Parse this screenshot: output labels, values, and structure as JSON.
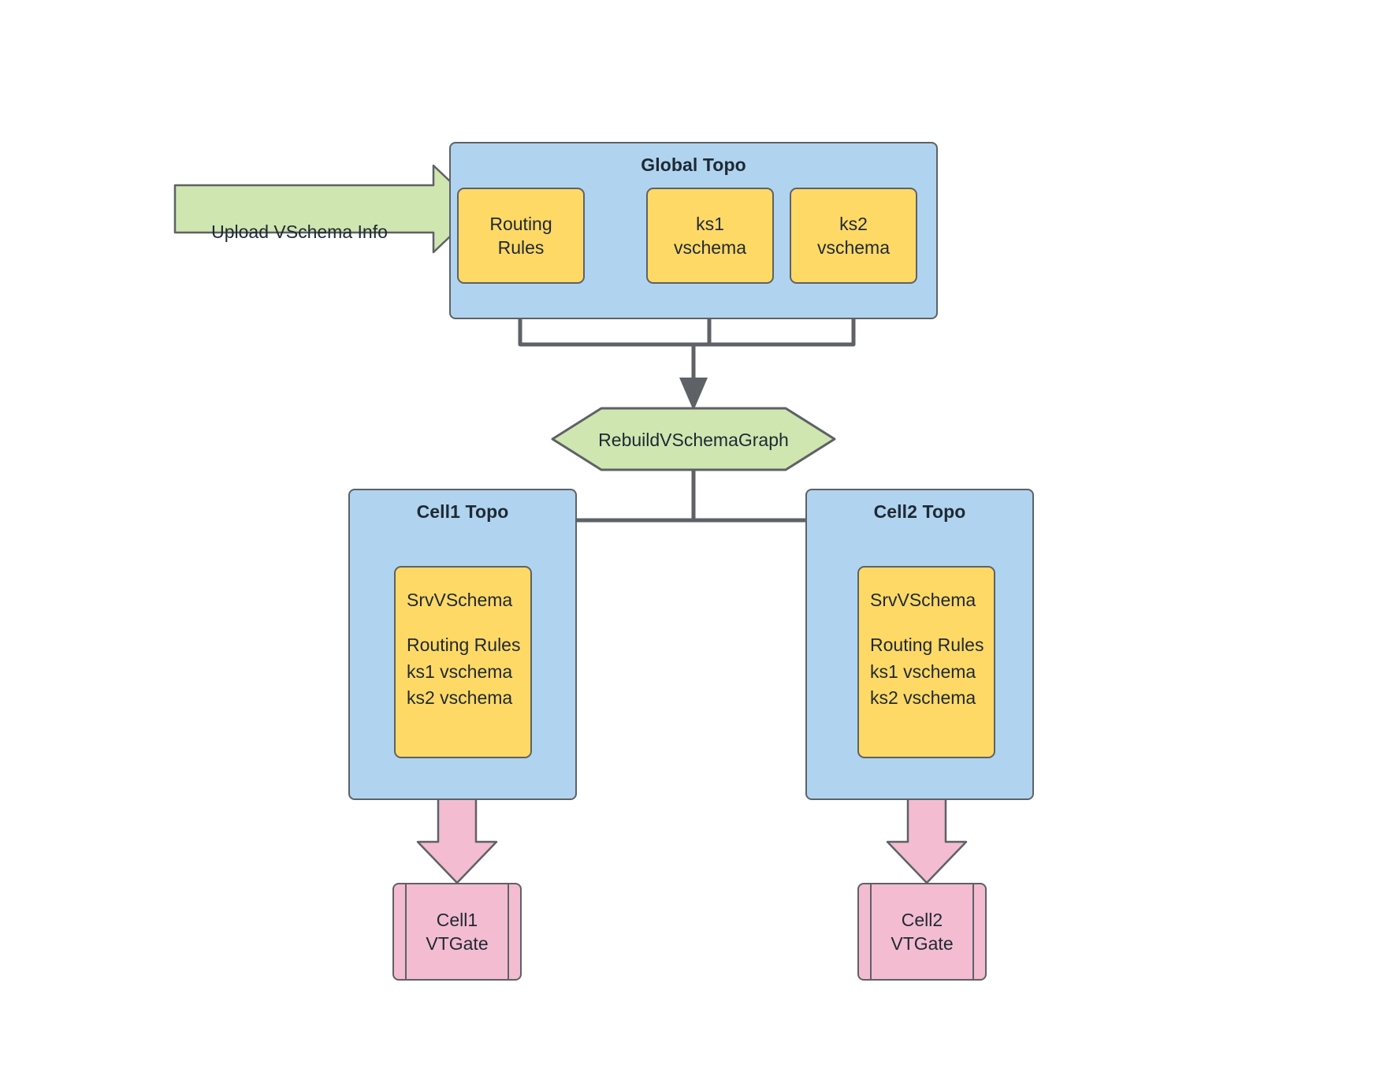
{
  "diagram": {
    "title": "VSchema rebuild topology flow",
    "colors": {
      "topo_fill": "#b0d4ef",
      "data_fill": "#ffd966",
      "process_fill": "#f3bcd0",
      "action_fill": "#cfe6b0",
      "stroke": "#5e6166",
      "text": "#1f2933",
      "background": "#ffffff"
    }
  },
  "upload_arrow": {
    "label": "Upload VSchema Info"
  },
  "global_topo": {
    "label": "Global Topo",
    "boxes": [
      {
        "id": "routing-rules",
        "label": "Routing\nRules"
      },
      {
        "id": "ks1-vschema",
        "label": "ks1\nvschema"
      },
      {
        "id": "ks2-vschema",
        "label": "ks2\nvschema"
      }
    ]
  },
  "rebuild": {
    "label": "RebuildVSchemaGraph"
  },
  "cells": [
    {
      "id": "cell1",
      "topo_label": "Cell1 Topo",
      "srv_title": "SrvVSchema",
      "srv_items": "Routing Rules\nks1 vschema\nks2 vschema",
      "vtgate_label": "Cell1\nVTGate"
    },
    {
      "id": "cell2",
      "topo_label": "Cell2 Topo",
      "srv_title": "SrvVSchema",
      "srv_items": "Routing Rules\nks1 vschema\nks2 vschema",
      "vtgate_label": "Cell2\nVTGate"
    }
  ]
}
